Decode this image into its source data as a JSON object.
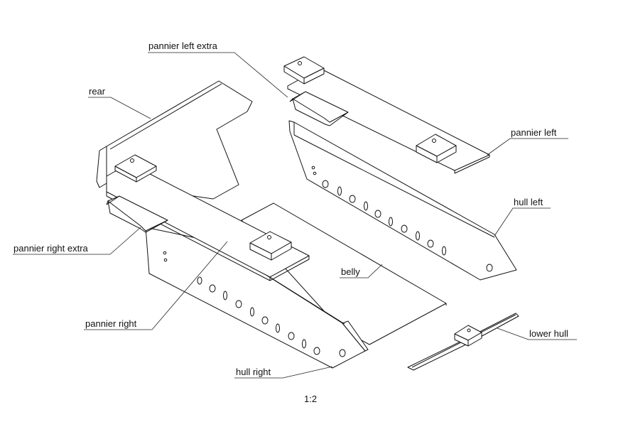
{
  "labels": {
    "pannier_left_extra": "pannier left extra",
    "rear": "rear",
    "pannier_left": "pannier left",
    "hull_left": "hull left",
    "pannier_right_extra": "pannier right extra",
    "belly": "belly",
    "pannier_right": "pannier right",
    "lower_hull": "lower hull",
    "hull_right": "hull right"
  },
  "scale": "1:2",
  "colors": {
    "line": "#111111",
    "background": "#ffffff"
  }
}
